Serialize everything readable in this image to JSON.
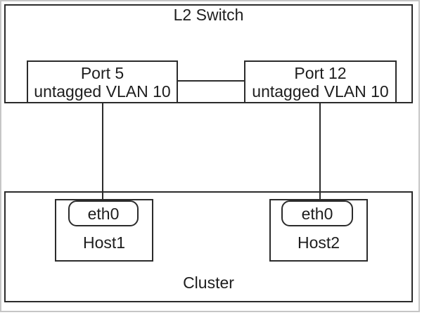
{
  "diagram": {
    "switch": {
      "title": "L2 Switch",
      "ports": [
        {
          "name": "Port 5",
          "vlan": "untagged VLAN 10"
        },
        {
          "name": "Port 12",
          "vlan": "untagged VLAN 10"
        }
      ]
    },
    "cluster": {
      "title": "Cluster",
      "hosts": [
        {
          "name": "Host1",
          "interface": "eth0"
        },
        {
          "name": "Host2",
          "interface": "eth0"
        }
      ]
    },
    "colors": {
      "line": "#2b2b2b",
      "frame": "#c6c6c6",
      "background": "#ffffff"
    }
  }
}
